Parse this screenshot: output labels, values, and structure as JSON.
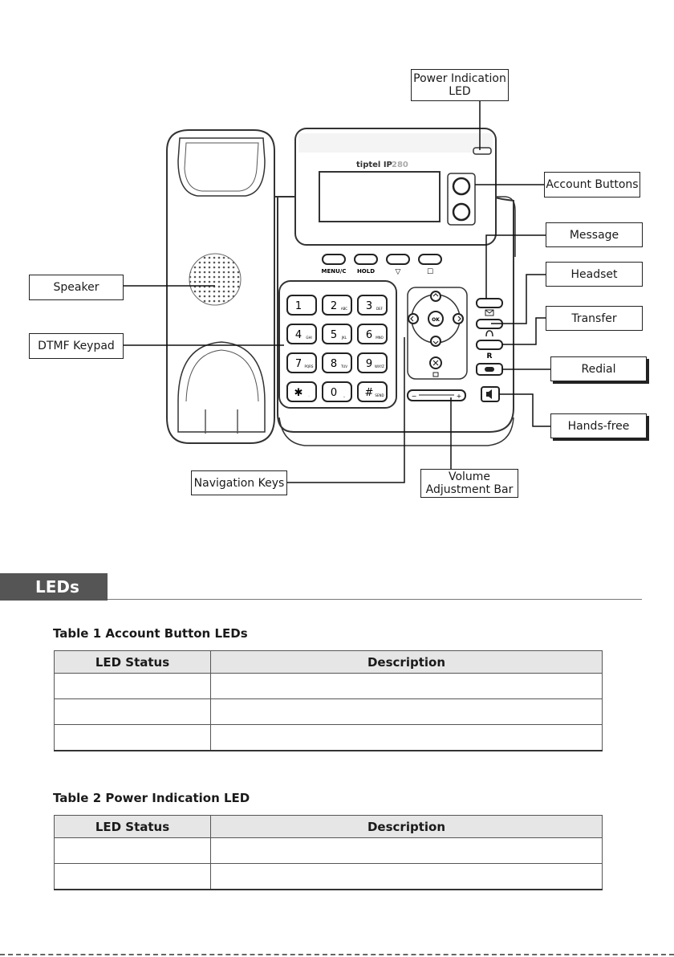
{
  "diagram": {
    "brand": "tiptel IP",
    "brand_model": "280",
    "keys": {
      "menu_label": "MENU/C",
      "hold_label": "HOLD",
      "down_label": "▽",
      "book_label": "☐",
      "ok_label": "OK",
      "r_label": "R",
      "vol_minus": "−",
      "vol_plus": "+"
    },
    "keypad": [
      {
        "digit": "1",
        "sub": ""
      },
      {
        "digit": "2",
        "sub": "ABC"
      },
      {
        "digit": "3",
        "sub": "DEF"
      },
      {
        "digit": "4",
        "sub": "GHI"
      },
      {
        "digit": "5",
        "sub": "JKL"
      },
      {
        "digit": "6",
        "sub": "MNO"
      },
      {
        "digit": "7",
        "sub": "PQRS"
      },
      {
        "digit": "8",
        "sub": "TUV"
      },
      {
        "digit": "9",
        "sub": "WXYZ"
      },
      {
        "digit": "✱",
        "sub": "."
      },
      {
        "digit": "0",
        "sub": "_"
      },
      {
        "digit": "#",
        "sub": "SEND"
      }
    ],
    "callouts": {
      "power_led": "Power Indication LED",
      "power_led_line1": "Power Indication",
      "power_led_line2": "LED",
      "account_buttons": "Account Buttons",
      "message": "Message",
      "headset": "Headset",
      "transfer": "Transfer",
      "redial": "Redial",
      "hands_free": "Hands-free",
      "speaker": "Speaker",
      "dtmf_keypad": "DTMF Keypad",
      "navigation_keys": "Navigation Keys",
      "volume_bar": "Volume Adjustment Bar",
      "volume_line1": "Volume",
      "volume_line2": "Adjustment Bar"
    }
  },
  "section": {
    "title": "LEDs"
  },
  "table1": {
    "caption": "Table 1 Account Button LEDs",
    "headers": [
      "LED Status",
      "Description"
    ],
    "rows": [
      [
        "",
        ""
      ],
      [
        "",
        ""
      ],
      [
        "",
        ""
      ]
    ]
  },
  "table2": {
    "caption": "Table 2 Power Indication LED",
    "headers": [
      "LED Status",
      "Description"
    ],
    "rows": [
      [
        "",
        ""
      ],
      [
        "",
        ""
      ]
    ]
  },
  "colors": {
    "section_tab": "#555555",
    "table_header": "#e6e6e6"
  }
}
